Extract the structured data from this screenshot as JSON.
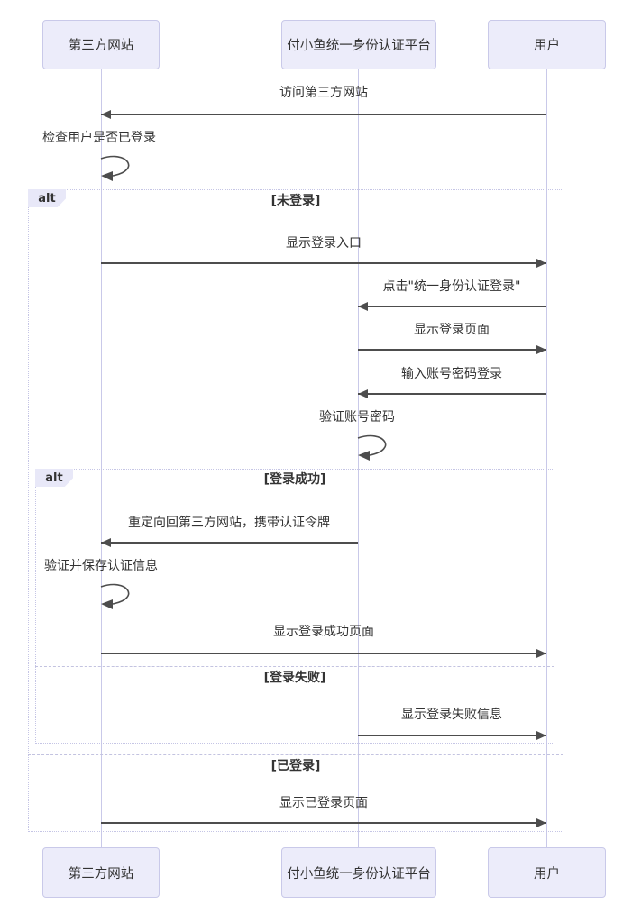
{
  "diagram_type": "sequence-diagram",
  "participants": [
    {
      "name": "第三方网站"
    },
    {
      "name": "付小鱼统一身份认证平台"
    },
    {
      "name": "用户"
    }
  ],
  "frames": [
    {
      "label": "alt",
      "conditions": [
        "[未登录]",
        "[已登录]"
      ]
    },
    {
      "label": "alt",
      "conditions": [
        "[登录成功]",
        "[登录失败]"
      ]
    }
  ],
  "messages": [
    {
      "text": "访问第三方网站",
      "from": "用户",
      "to": "第三方网站",
      "kind": "solid"
    },
    {
      "text": "检查用户是否已登录",
      "from": "第三方网站",
      "to": "第三方网站",
      "kind": "self"
    },
    {
      "text": "显示登录入口",
      "from": "第三方网站",
      "to": "用户",
      "kind": "solid"
    },
    {
      "text": "点击\"统一身份认证登录\"",
      "from": "用户",
      "to": "付小鱼统一身份认证平台",
      "kind": "solid"
    },
    {
      "text": "显示登录页面",
      "from": "付小鱼统一身份认证平台",
      "to": "用户",
      "kind": "solid"
    },
    {
      "text": "输入账号密码登录",
      "from": "用户",
      "to": "付小鱼统一身份认证平台",
      "kind": "solid"
    },
    {
      "text": "验证账号密码",
      "from": "付小鱼统一身份认证平台",
      "to": "付小鱼统一身份认证平台",
      "kind": "self"
    },
    {
      "text": "重定向回第三方网站，携带认证令牌",
      "from": "付小鱼统一身份认证平台",
      "to": "第三方网站",
      "kind": "solid"
    },
    {
      "text": "验证并保存认证信息",
      "from": "第三方网站",
      "to": "第三方网站",
      "kind": "self"
    },
    {
      "text": "显示登录成功页面",
      "from": "第三方网站",
      "to": "用户",
      "kind": "solid"
    },
    {
      "text": "显示登录失败信息",
      "from": "付小鱼统一身份认证平台",
      "to": "用户",
      "kind": "solid"
    },
    {
      "text": "显示已登录页面",
      "from": "第三方网站",
      "to": "用户",
      "kind": "solid"
    }
  ],
  "colors": {
    "actor_fill": "#ececfa",
    "actor_border": "#c9c9e9",
    "lifeline": "#c9c9e9",
    "frame_border": "#c5c5e5",
    "divider": "#c3c3e0",
    "arrow": "#4d4d4d",
    "text": "#333333",
    "tab_fill": "#e8e8f8",
    "bg": "#ffffff"
  }
}
